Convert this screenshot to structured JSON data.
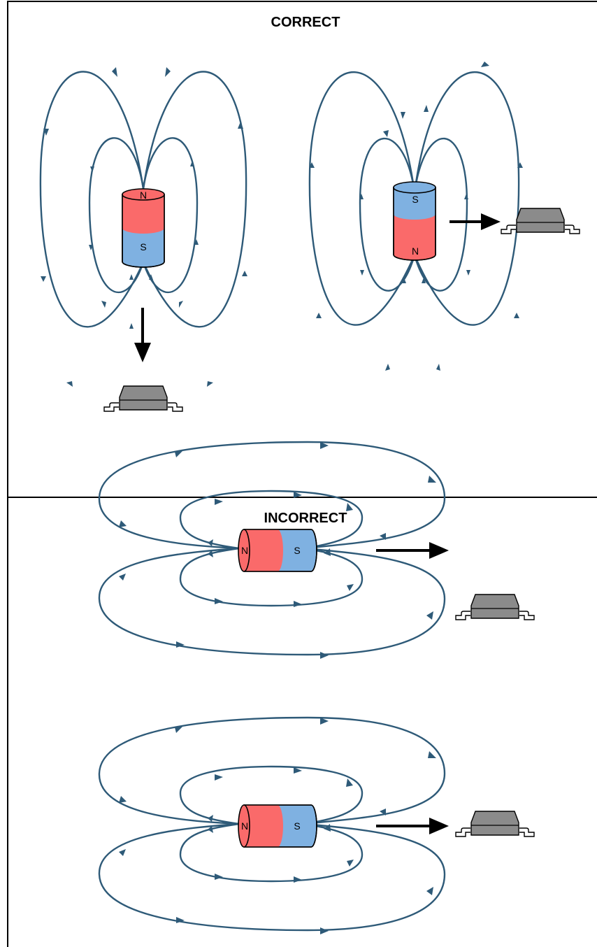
{
  "panels": {
    "correct": {
      "title": "CORRECT"
    },
    "incorrect": {
      "title": "INCORRECT"
    }
  },
  "poles": {
    "north": "N",
    "south": "S"
  },
  "colors": {
    "field_line": "#2e5a78",
    "north_pole": "#fa6a6a",
    "south_pole": "#7fb1e1",
    "sensor_body": "#8b8b8b",
    "motion_arrow": "#000000"
  },
  "icons": {
    "magnet": "cylinder-magnet-icon",
    "sensor": "sensor-chip-icon",
    "motion": "motion-arrow-icon"
  }
}
